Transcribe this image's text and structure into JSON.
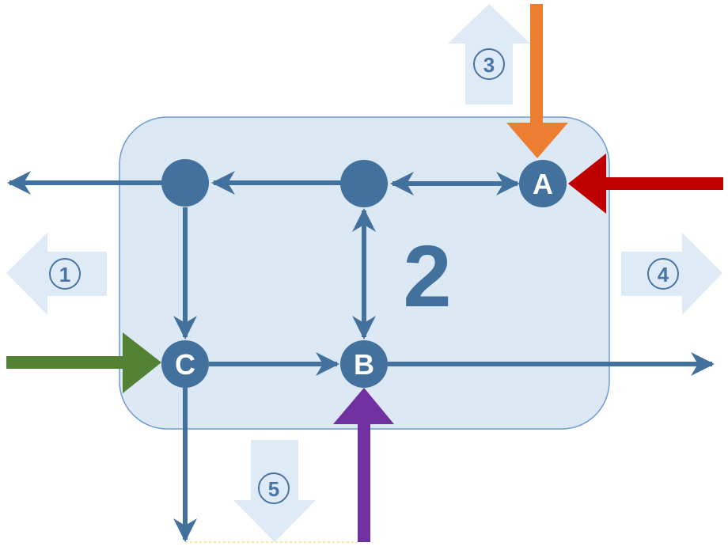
{
  "diagram": {
    "zone_label": "2",
    "nodes": [
      {
        "id": "A",
        "label": "A"
      },
      {
        "id": "B",
        "label": "B"
      },
      {
        "id": "C",
        "label": "C"
      },
      {
        "id": "top-left",
        "label": ""
      },
      {
        "id": "top-middle",
        "label": ""
      }
    ],
    "direction_arrows": [
      {
        "id": "1",
        "label": "1",
        "direction": "left"
      },
      {
        "id": "3",
        "label": "3",
        "direction": "up"
      },
      {
        "id": "4",
        "label": "4",
        "direction": "right"
      },
      {
        "id": "5",
        "label": "5",
        "direction": "down"
      }
    ],
    "colors": {
      "zone_fill": "#dde8f5",
      "zone_stroke": "#6f9bd1",
      "node": "#41719c",
      "flow_line": "#41719c",
      "direction_arrow": "#deeaf6",
      "input_orange": "#ed7d31",
      "input_red": "#c00000",
      "input_green": "#548235",
      "input_purple": "#7030a0"
    }
  }
}
